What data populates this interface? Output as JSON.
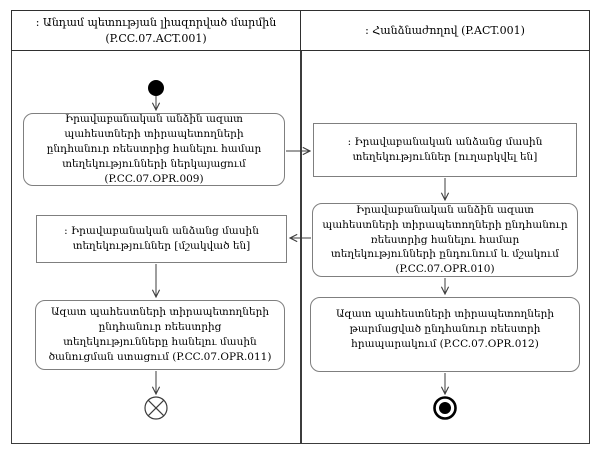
{
  "diagram": {
    "type": "uml-activity-swimlane",
    "lanes": [
      {
        "title": ": Անդամ պետության լիազորված մարմին",
        "code": "(P.CC.07.ACT.001)"
      },
      {
        "title": ": Հանձնաժողով (P.ACT.001)"
      }
    ],
    "nodes": {
      "action_opr009": "Իրավաբանական անձին ազատ պահեստների տիրապետողների ընդհանուր ռեեստրից հանելու համար տեղեկությունների ներկայացում (P.CC.07.OPR.009)",
      "object_sent": ": Իրավաբանական անձանց մասին տեղեկություններ [ուղարկվել են]",
      "action_opr010": "Իրավաբանական անձին ազատ պահեստների տիրապետողների ընդհանուր ռեեստրից հանելու համար տեղեկությունների ընդունում և մշակում (P.CC.07.OPR.010)",
      "object_processed": ": Իրավաբանական անձանց մասին տեղեկություններ [մշակված են]",
      "action_opr011": "Ազատ պահեստների տիրապետողների ընդհանուր ռեեստրից տեղեկությունները հանելու մասին ծանուցման ստացում (P.CC.07.OPR.011)",
      "action_opr012": "Ազատ պահեստների տիրապետողների թարմացված ընդհանուր ռեեստրի հրապարակում (P.CC.07.OPR.012)"
    },
    "colors": {
      "frame_line": "#3c3c3c",
      "box_border": "#7f7f7f",
      "node_fill": "#000000"
    }
  }
}
